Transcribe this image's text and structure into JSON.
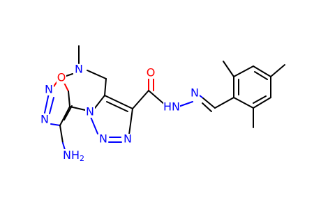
{
  "molecule": {
    "atoms": {
      "o_furazan": {
        "text": "O",
        "color": "#ff0000"
      },
      "n_furazan_top": {
        "text": "N",
        "color": "#0000ff"
      },
      "n_furazan_bottom": {
        "text": "N",
        "color": "#0000ff"
      },
      "amino": {
        "text": "NH",
        "sub": "2",
        "color": "#0000ff"
      },
      "n_dimethyl": {
        "text": "N",
        "color": "#0000ff"
      },
      "n_triazole_1": {
        "text": "N",
        "color": "#0000ff"
      },
      "n_triazole_2": {
        "text": "N",
        "color": "#0000ff"
      },
      "n_triazole_3": {
        "text": "N",
        "color": "#0000ff"
      },
      "o_carbonyl": {
        "text": "O",
        "color": "#ff0000"
      },
      "nh_hydrazide": {
        "text": "HN",
        "color": "#0000ff"
      },
      "n_imine": {
        "text": "N",
        "color": "#0000ff"
      }
    }
  }
}
